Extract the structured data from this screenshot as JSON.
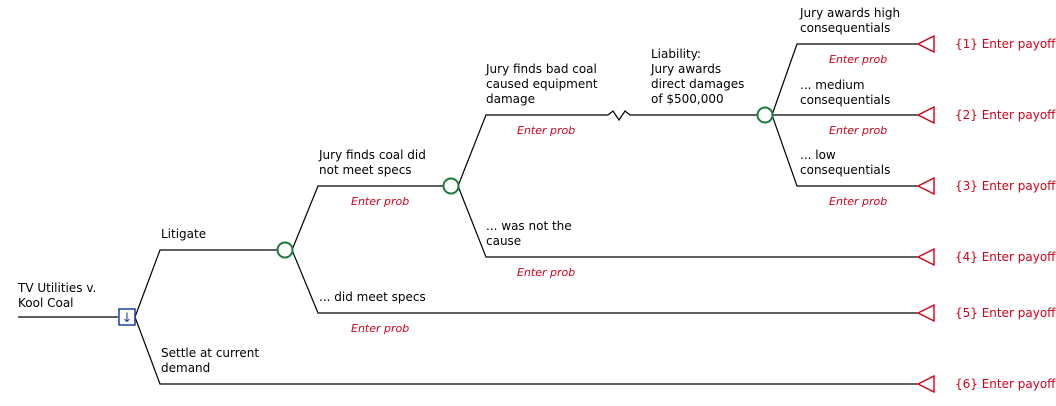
{
  "root_label": "TV Utilities v.\nKool Coal",
  "decision": {
    "icon": "down-arrow-icon",
    "glyph": "↓"
  },
  "branches": {
    "litigate": "Litigate",
    "settle": "Settle at current\ndemand",
    "coal_not_meet": "Jury finds coal did\nnot meet specs",
    "coal_meet": "... did meet specs",
    "bad_coal_caused": "Jury finds bad coal\ncaused equipment\ndamage",
    "not_cause": "... was not the\ncause",
    "liability": "Liability:\nJury awards\ndirect damages\nof $500,000",
    "high": "Jury awards high\nconsequentials",
    "medium": "... medium\nconsequentials",
    "low": "... low\nconsequentials"
  },
  "prob_placeholder": "Enter prob",
  "payoffs": [
    "{1} Enter payoff",
    "{2} Enter payoff",
    "{3} Enter payoff",
    "{4} Enter payoff",
    "{5} Enter payoff",
    "{6} Enter payoff"
  ],
  "colors": {
    "chance_node": "#1b7a3b",
    "terminal_node": "#d0021b",
    "decision_node": "#1a3fa8",
    "prob_text": "#d0021b"
  }
}
